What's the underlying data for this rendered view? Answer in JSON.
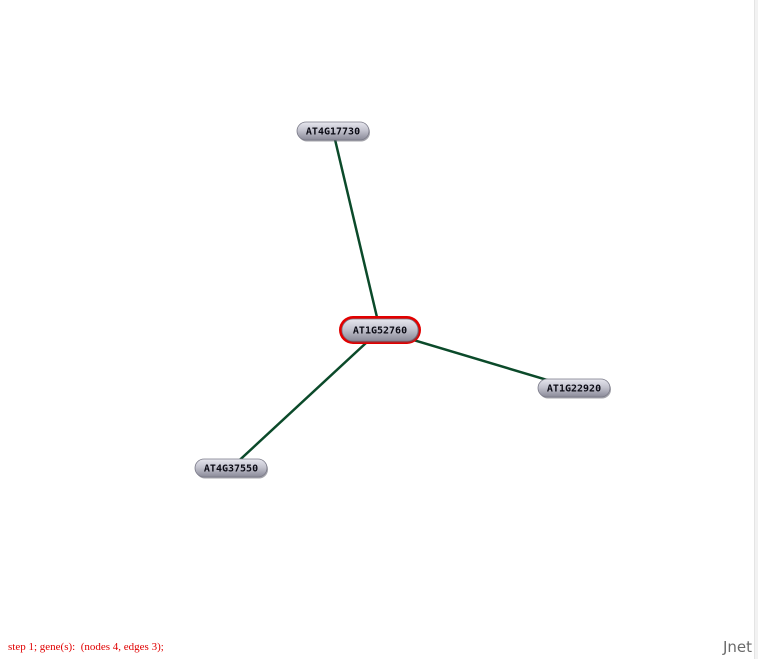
{
  "graph": {
    "edge_color": "#0b4a2a",
    "node_fill_top": "#e6e6ee",
    "node_fill_bottom": "#8a8a98",
    "selected_outline_color": "#e20000",
    "nodes": [
      {
        "id": "AT4G17730",
        "label": "AT4G17730",
        "selected": false
      },
      {
        "id": "AT1G52760",
        "label": "AT1G52760",
        "selected": true
      },
      {
        "id": "AT1G22920",
        "label": "AT1G22920",
        "selected": false
      },
      {
        "id": "AT4G37550",
        "label": "AT4G37550",
        "selected": false
      }
    ],
    "edges": [
      {
        "source": "AT1G52760",
        "target": "AT4G17730"
      },
      {
        "source": "AT1G52760",
        "target": "AT1G22920"
      },
      {
        "source": "AT1G52760",
        "target": "AT4G37550"
      }
    ]
  },
  "status": {
    "text": "step 1; gene(s):  (nodes 4, edges 3);",
    "color": "#e00000"
  },
  "brand": {
    "label": "Jnet"
  }
}
